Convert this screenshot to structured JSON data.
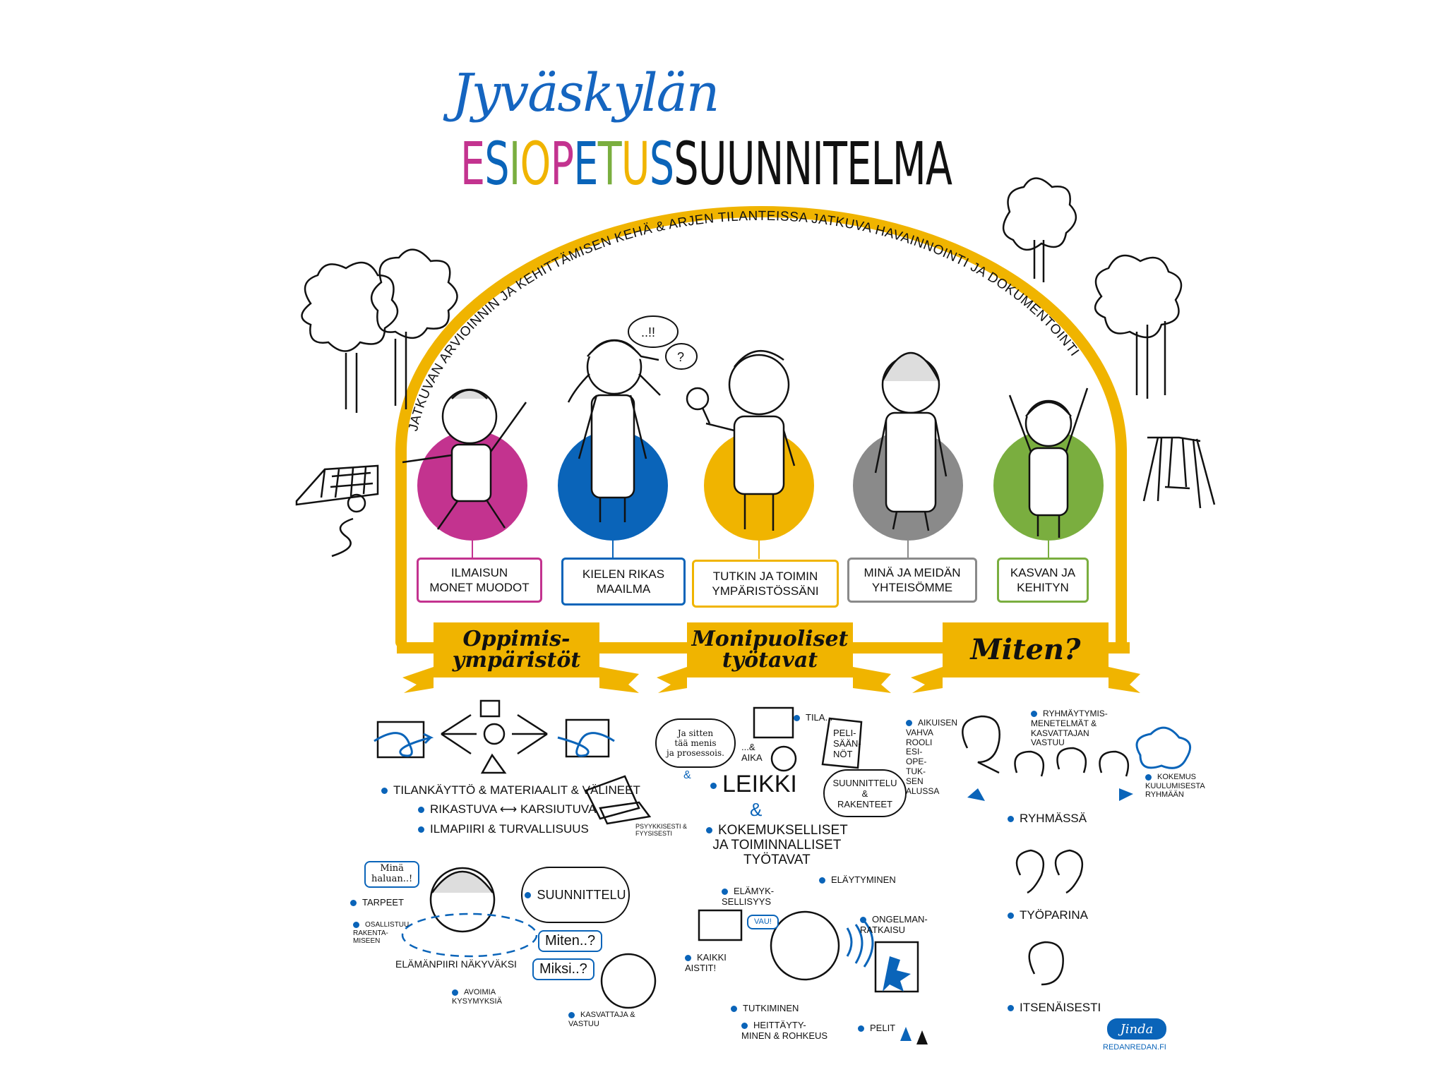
{
  "title": {
    "script": "Jyväskylän",
    "colored_letters": [
      "E",
      "S",
      "I",
      "O",
      "P",
      "E",
      "T",
      "U",
      "S"
    ],
    "colored_letter_colors": [
      "#c3338f",
      "#0a64b9",
      "#7aae3f",
      "#f0b400",
      "#c3338f",
      "#0a64b9",
      "#7aae3f",
      "#f0b400",
      "#0a64b9"
    ],
    "rest": "SUUNNITELMA"
  },
  "arch_text": "JATKUVAN ARVIOINNIN JA KEHITTÄMISEN KEHÄ & ARJEN TILANTEISSA JATKUVA HAVAINNOINTI JA DOKUMENTOINTI",
  "colors": {
    "arch": "#f0b400",
    "accent": "#0a64b9"
  },
  "themes": [
    {
      "label": "ILMAISUN\nMONET MUODOT",
      "color": "#c3338f"
    },
    {
      "label": "KIELEN RIKAS\nMAAILMA",
      "color": "#0a64b9"
    },
    {
      "label": "TUTKIN JA TOIMIN\nYMPÄRISTÖSSÄNI",
      "color": "#f0b400"
    },
    {
      "label": "MINÄ JA MEIDÄN\nYHTEISÖMME",
      "color": "#8a8a8a"
    },
    {
      "label": "KASVAN JA\nKEHITYN",
      "color": "#7aae3f"
    }
  ],
  "kid_bubbles": [
    "..!!",
    "?"
  ],
  "banners": [
    "Oppimis-\nympäristöt",
    "Monipuoliset\ntyötavat",
    "Miten?"
  ],
  "environments": {
    "bullets": [
      "TILANKÄYTTÖ & MATERIAALIT & VÄLINEET",
      "RIKASTUVA ⟷ KARSIUTUVA",
      "ILMAPIIRI & TURVALLISUUS"
    ],
    "note": "PSYYKKISESTI &\nFYYSISESTI",
    "amp": "&"
  },
  "methods": {
    "thought": "Ja sitten\ntää menis\nja prosessois.",
    "tila": "TILA...",
    "aika": "...&\nAIKA",
    "pelisaannot": "PELI-\nSÄÄN-\nNÖT",
    "leikki": "LEIKKI",
    "suunnittelu": "SUUNNITTELU\n&\nRAKENTEET",
    "amp": "&",
    "kokemukselliset": "KOKEMUKSELLISET\nJA TOIMINNALLISET\nTYÖTAVAT"
  },
  "how": {
    "aikuisen": "AIKUISEN\nVAHVA\nROOLI\nESI-\nOPE-\nTUK-\nSEN\nALUSSA",
    "ryhmaytymis": "RYHMÄYTYMIS-\nMENETELMÄT &\nKASVATTAJAN\nVASTUU",
    "kokemus": "KOKEMUS\nKUULUMISESTA\nRYHMÄÄN",
    "ryhmassa": "RYHMÄSSÄ",
    "tyoparina": "TYÖPARINA",
    "itsenaisesti": "ITSENÄISESTI"
  },
  "planning": {
    "mina_haluan": "Minä\nhaluan..!",
    "tarpeet": "TARPEET",
    "osallistuu": "OSALLISTUU\nRAKENTA-\nMISEEN",
    "elamanpiiri": "ELÄMÄNPIIRI NÄKYVÄKSI",
    "suunnittelu": "SUUNNITTELU",
    "miten": "Miten..?",
    "miksi": "Miksi..?",
    "avoimia": "AVOIMIA\nKYSYMYKSIÄ",
    "kasvattaja": "KASVATTAJA &\nVASTUU"
  },
  "senses": {
    "elaytyminen": "ELÄYTYMINEN",
    "elamyksellisyys": "ELÄMYK-\nSELLISYYS",
    "vau": "VAU!",
    "ongelmanratkaisu": "ONGELMAN-\nRATKAISU",
    "kaikki_aistit": "KAIKKI\nAISTIT!",
    "tutkiminen": "TUTKIMINEN",
    "heittaytyminen": "HEITTÄYTY-\nMINEN & ROHKEUS",
    "pelit": "PELIT"
  },
  "credit": {
    "signature": "Jinda",
    "site": "REDANREDAN.FI"
  }
}
